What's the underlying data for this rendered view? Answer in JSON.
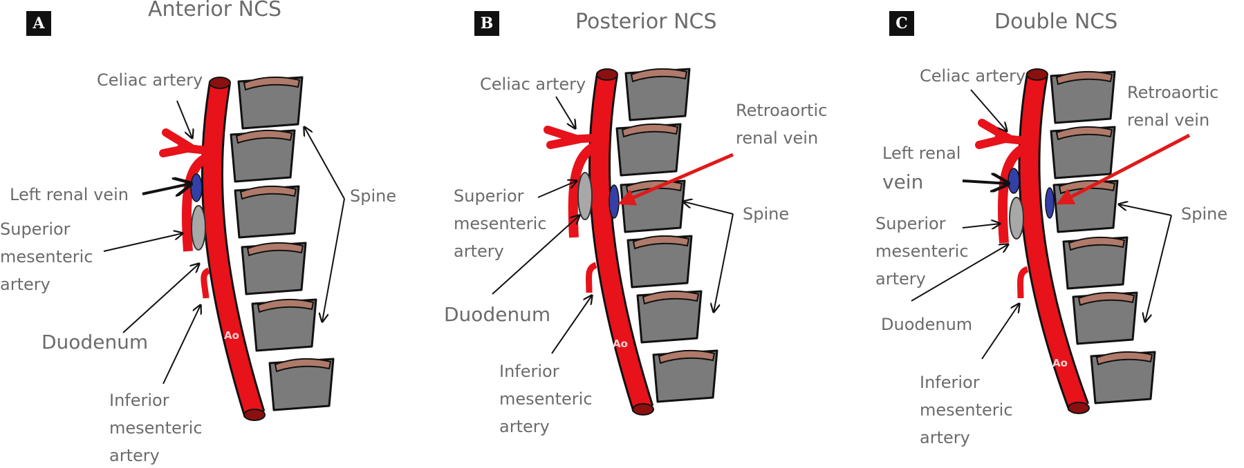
{
  "panels": [
    {
      "badge": "A",
      "title": "Anterior NCS",
      "labels": {
        "celiac": "Celiac artery",
        "left_renal_vein": "Left renal vein",
        "sma_1": "Superior",
        "sma_2": "mesenteric",
        "sma_3": "artery",
        "duodenum": "Duodenum",
        "ima_1": "Inferior",
        "ima_2": "mesenteric",
        "ima_3": "artery",
        "spine": "Spine",
        "aorta": "Ao"
      }
    },
    {
      "badge": "B",
      "title": "Posterior NCS",
      "labels": {
        "celiac": "Celiac artery",
        "retro_1": "Retroaortic",
        "retro_2": "renal vein",
        "sma_1": "Superior",
        "sma_2": "mesenteric",
        "sma_3": "artery",
        "duodenum": "Duodenum",
        "ima_1": "Inferior",
        "ima_2": "mesenteric",
        "ima_3": "artery",
        "spine": "Spine",
        "aorta": "Ao"
      }
    },
    {
      "badge": "C",
      "title": "Double NCS",
      "labels": {
        "celiac": "Celiac artery",
        "retro_1": "Retroaortic",
        "retro_2": "renal vein",
        "lrv_1": "Left renal",
        "lrv_2": "vein",
        "sma_1": "Superior",
        "sma_2": "mesenteric",
        "sma_3": "artery",
        "duodenum": "Duodenum",
        "ima_1": "Inferior",
        "ima_2": "mesenteric",
        "ima_3": "artery",
        "spine": "Spine",
        "aorta": "Ao"
      }
    }
  ],
  "colors": {
    "aorta": "#e8121a",
    "vertebra": "#7b7b7b",
    "vertebra_top": "#b07a6a",
    "renal_vein": "#3340a8",
    "duodenum": "#a8a8a8",
    "label": "#6b6b6b",
    "arrow_red": "#e01a1a"
  }
}
